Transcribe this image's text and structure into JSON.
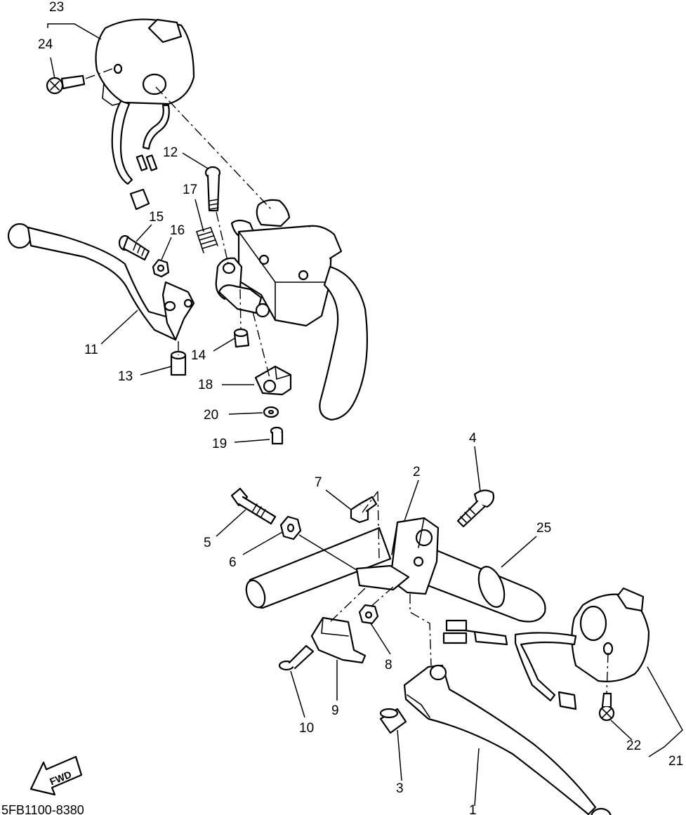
{
  "diagram": {
    "catalog_code": "5FB1100-8380",
    "fwd_mark": "FWD",
    "part_callouts": [
      "1",
      "2",
      "3",
      "4",
      "5",
      "6",
      "7",
      "8",
      "9",
      "10",
      "11",
      "12",
      "13",
      "14",
      "15",
      "16",
      "17",
      "18",
      "19",
      "20",
      "21",
      "22",
      "23",
      "24",
      "25"
    ]
  }
}
